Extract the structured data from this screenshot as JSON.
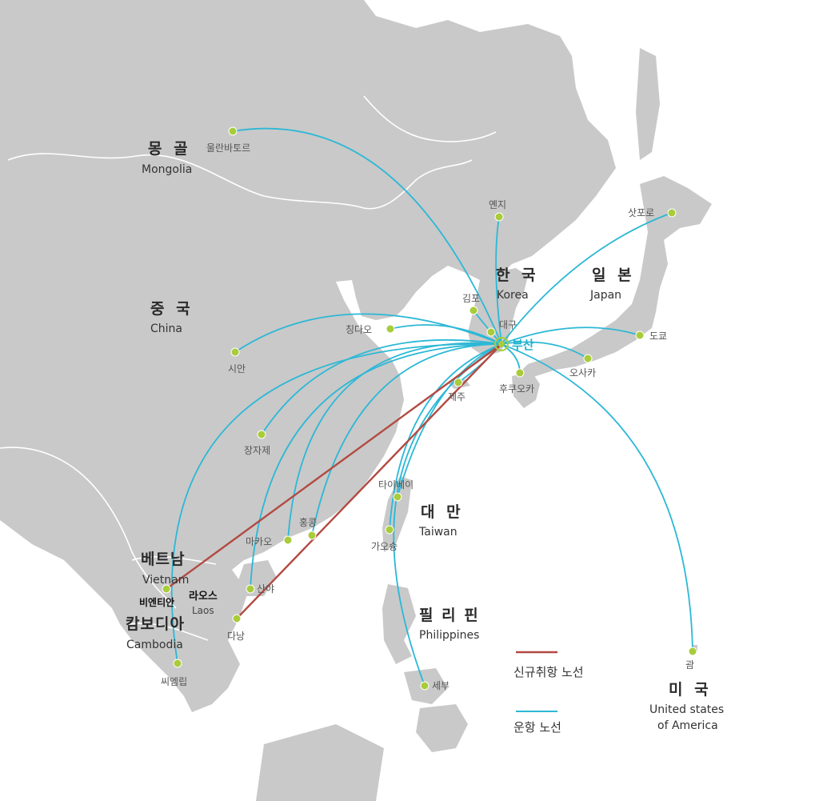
{
  "colors": {
    "land": "#c9c9c9",
    "land_light": "#d6d6d6",
    "sea": "#ffffff",
    "operating_route": "#2cb8d6",
    "new_route": "#b24a42",
    "city_dot": "#a8cc3a"
  },
  "hub": {
    "label": "부산"
  },
  "countries": [
    {
      "id": "mongolia",
      "ko": "몽 골",
      "en": "Mongolia"
    },
    {
      "id": "china",
      "ko": "중 국",
      "en": "China"
    },
    {
      "id": "korea",
      "ko": "한 국",
      "en": "Korea"
    },
    {
      "id": "japan",
      "ko": "일 본",
      "en": "Japan"
    },
    {
      "id": "taiwan",
      "ko": "대 만",
      "en": "Taiwan"
    },
    {
      "id": "vietnam",
      "ko": "베트남",
      "en": "Vietnam"
    },
    {
      "id": "laos",
      "ko": "라오스",
      "en": "Laos"
    },
    {
      "id": "cambodia",
      "ko": "캄보디아",
      "en": "Cambodia"
    },
    {
      "id": "philippines",
      "ko": "필 리 핀",
      "en": "Philippines"
    },
    {
      "id": "usa",
      "ko": "미 국",
      "en": "United states",
      "en2": "of America"
    }
  ],
  "cities": [
    {
      "id": "ulaanbaatar",
      "name": "울란바토르",
      "route": "operating"
    },
    {
      "id": "yanji",
      "name": "옌지",
      "route": "operating"
    },
    {
      "id": "sapporo",
      "name": "삿포로",
      "route": "operating"
    },
    {
      "id": "gimpo",
      "name": "김포",
      "route": "operating"
    },
    {
      "id": "daegu",
      "name": "대구",
      "route": "origin"
    },
    {
      "id": "tokyo",
      "name": "도쿄",
      "route": "operating"
    },
    {
      "id": "qingdao",
      "name": "칭다오",
      "route": "operating"
    },
    {
      "id": "xian",
      "name": "시안",
      "route": "operating"
    },
    {
      "id": "osaka",
      "name": "오사카",
      "route": "operating"
    },
    {
      "id": "fukuoka",
      "name": "후쿠오카",
      "route": "operating"
    },
    {
      "id": "jeju",
      "name": "제주",
      "route": "operating"
    },
    {
      "id": "zhangjiajie",
      "name": "장자제",
      "route": "operating"
    },
    {
      "id": "taipei",
      "name": "타이베이",
      "route": "operating"
    },
    {
      "id": "kaohsiung",
      "name": "가오슝",
      "route": "operating"
    },
    {
      "id": "hongkong",
      "name": "홍콩",
      "route": "operating"
    },
    {
      "id": "macau",
      "name": "마카오",
      "route": "operating"
    },
    {
      "id": "sanya",
      "name": "산야",
      "route": "operating"
    },
    {
      "id": "vientiane",
      "name": "비엔티안",
      "route": "new"
    },
    {
      "id": "danang",
      "name": "다낭",
      "route": "new"
    },
    {
      "id": "siemreap",
      "name": "씨엠립",
      "route": "operating"
    },
    {
      "id": "cebu",
      "name": "세부",
      "route": "operating"
    },
    {
      "id": "guam",
      "name": "괌",
      "route": "operating"
    }
  ],
  "legend": {
    "new_route": "신규취항 노선",
    "operating_route": "운항 노선"
  }
}
